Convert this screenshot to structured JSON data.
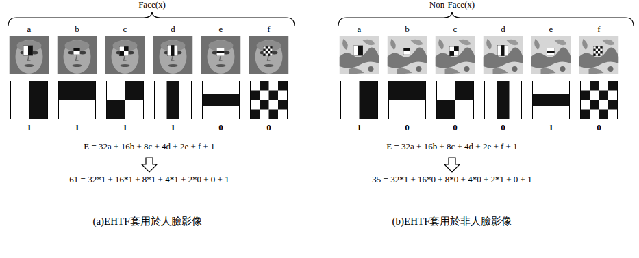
{
  "diagram": {
    "labels": [
      "Face(x)",
      "a",
      "b",
      "c",
      "d",
      "e",
      "f",
      "1",
      "1",
      "1",
      "1",
      "0",
      "0",
      "E = 32a + 16b + 8c + 4d + 2e + f + 1",
      "61 = 32*1 + 16*1 + 8*1 + 4*1 + 2*0 + 0 + 1",
      "(a)EHTF套用於人臉影像",
      "Non-Face(x)",
      "a",
      "b",
      "c",
      "d",
      "e",
      "f",
      "1",
      "0",
      "0",
      "0",
      "1",
      "0",
      "E = 32a + 16b + 8c + 4d + 2e + f + 1",
      "35 = 32*1 + 16*0 + 8*0 + 4*0 + 2*1 + 0 + 1",
      "(b)EHTF套用於非人臉影像"
    ]
  }
}
